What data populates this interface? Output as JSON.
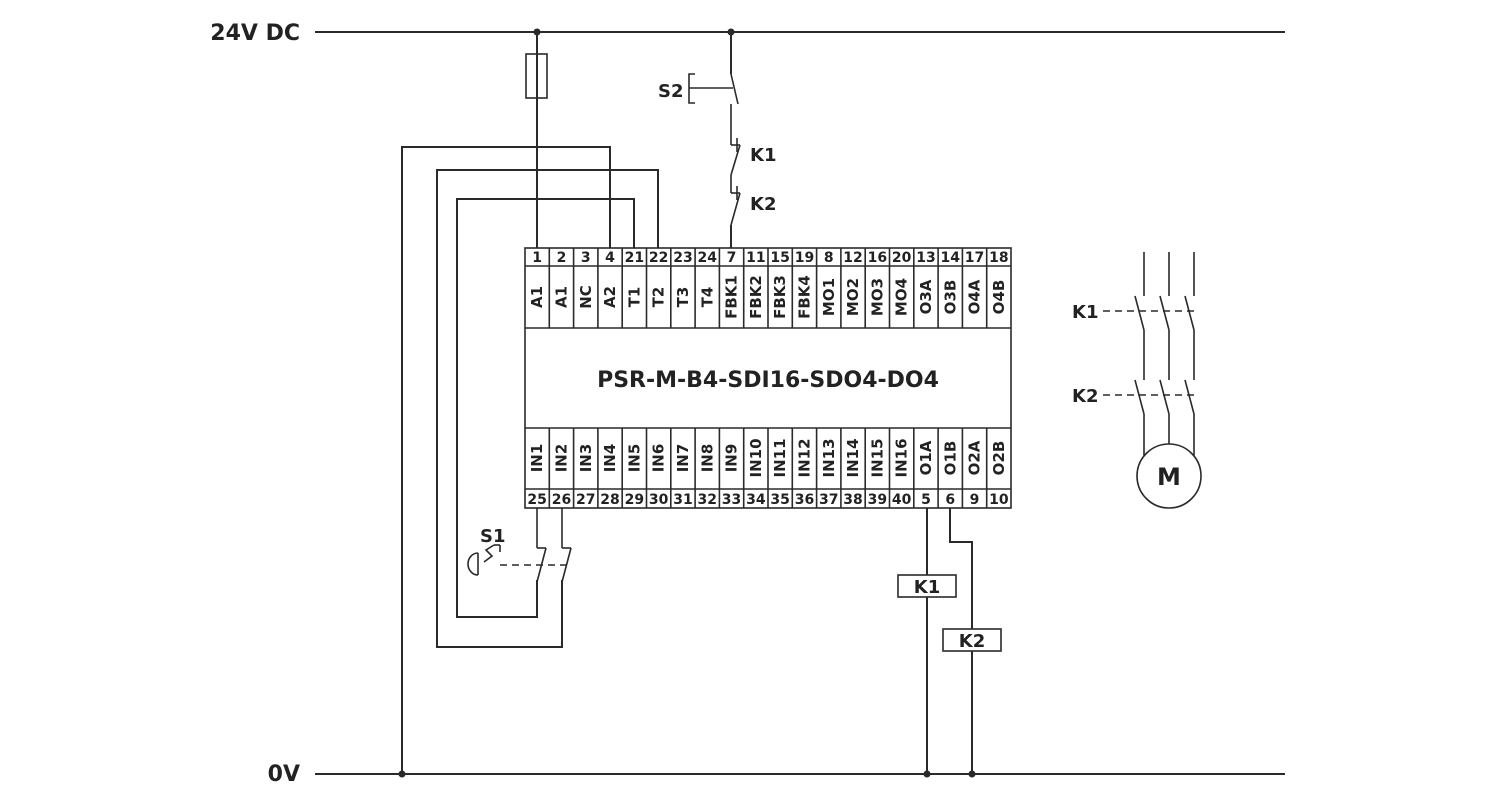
{
  "rails": {
    "top_label": "24V DC",
    "bottom_label": "0V"
  },
  "module": {
    "title": "PSR-M-B4-SDI16-SDO4-DO4",
    "top_terminals": [
      {
        "num": "1",
        "sig": "A1"
      },
      {
        "num": "2",
        "sig": "A1"
      },
      {
        "num": "3",
        "sig": "NC"
      },
      {
        "num": "4",
        "sig": "A2"
      },
      {
        "num": "21",
        "sig": "T1"
      },
      {
        "num": "22",
        "sig": "T2"
      },
      {
        "num": "23",
        "sig": "T3"
      },
      {
        "num": "24",
        "sig": "T4"
      },
      {
        "num": "7",
        "sig": "FBK1"
      },
      {
        "num": "11",
        "sig": "FBK2"
      },
      {
        "num": "15",
        "sig": "FBK3"
      },
      {
        "num": "19",
        "sig": "FBK4"
      },
      {
        "num": "8",
        "sig": "MO1"
      },
      {
        "num": "12",
        "sig": "MO2"
      },
      {
        "num": "16",
        "sig": "MO3"
      },
      {
        "num": "20",
        "sig": "MO4"
      },
      {
        "num": "13",
        "sig": "O3A"
      },
      {
        "num": "14",
        "sig": "O3B"
      },
      {
        "num": "17",
        "sig": "O4A"
      },
      {
        "num": "18",
        "sig": "O4B"
      }
    ],
    "bottom_terminals": [
      {
        "num": "25",
        "sig": "IN1"
      },
      {
        "num": "26",
        "sig": "IN2"
      },
      {
        "num": "27",
        "sig": "IN3"
      },
      {
        "num": "28",
        "sig": "IN4"
      },
      {
        "num": "29",
        "sig": "IN5"
      },
      {
        "num": "30",
        "sig": "IN6"
      },
      {
        "num": "31",
        "sig": "IN7"
      },
      {
        "num": "32",
        "sig": "IN8"
      },
      {
        "num": "33",
        "sig": "IN9"
      },
      {
        "num": "34",
        "sig": "IN10"
      },
      {
        "num": "35",
        "sig": "IN11"
      },
      {
        "num": "36",
        "sig": "IN12"
      },
      {
        "num": "37",
        "sig": "IN13"
      },
      {
        "num": "38",
        "sig": "IN14"
      },
      {
        "num": "39",
        "sig": "IN15"
      },
      {
        "num": "40",
        "sig": "IN16"
      },
      {
        "num": "5",
        "sig": "O1A"
      },
      {
        "num": "6",
        "sig": "O1B"
      },
      {
        "num": "9",
        "sig": "O2A"
      },
      {
        "num": "10",
        "sig": "O2B"
      }
    ]
  },
  "devices": {
    "s2": "S2",
    "k1_contact": "K1",
    "k2_contact": "K2",
    "s1": "S1",
    "k1_coil": "K1",
    "k2_coil": "K2",
    "k1_main": "K1",
    "k2_main": "K2",
    "motor": "M"
  }
}
